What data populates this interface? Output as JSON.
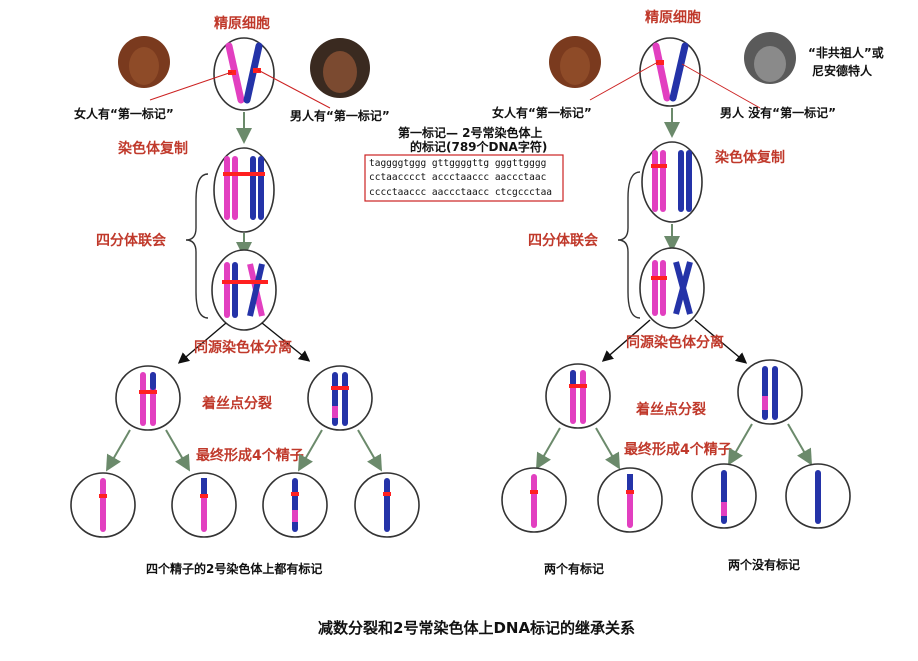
{
  "left": {
    "title": "精原细胞",
    "woman_label": "女人有“第一标记”",
    "man_label": "男人有“第一标记”",
    "step_replicate": "染色体复制",
    "step_tetrad": "四分体联会",
    "step_separate": "同源染色体分离",
    "step_centromere": "着丝点分裂",
    "step_final": "最终形成4个精子",
    "summary": "四个精子的2号染色体上都有标记"
  },
  "right": {
    "title": "精原细胞",
    "woman_label": "女人有“第一标记”",
    "man_label": "男人 没有“第一标记”",
    "neanderthal_label_1": "“非共祖人”或",
    "neanderthal_label_2": "尼安德特人",
    "step_replicate": "染色体复制",
    "step_tetrad": "四分体联会",
    "step_separate": "同源染色体分离",
    "step_centromere": "着丝点分裂",
    "step_final": "最终形成4个精子",
    "summary_left": "两个有标记",
    "summary_right": "两个没有标记"
  },
  "marker_box": {
    "title_1": "第一标记— 2号常染色体上",
    "title_2": "的标记(789个DNA字符)",
    "seq_1": "taggggtggg gttggggttg gggttgggg",
    "seq_2": "cctaacccct accctaaccc aaccctaac",
    "seq_3": "cccctaaccc aaccctaacc ctcgccctaa"
  },
  "caption": "减数分裂和2号常染色体上DNA标记的继承关系",
  "colors": {
    "maternal": "#e23fc0",
    "paternal": "#2433a8",
    "marker": "#ff2020",
    "label": "#c0392b"
  }
}
